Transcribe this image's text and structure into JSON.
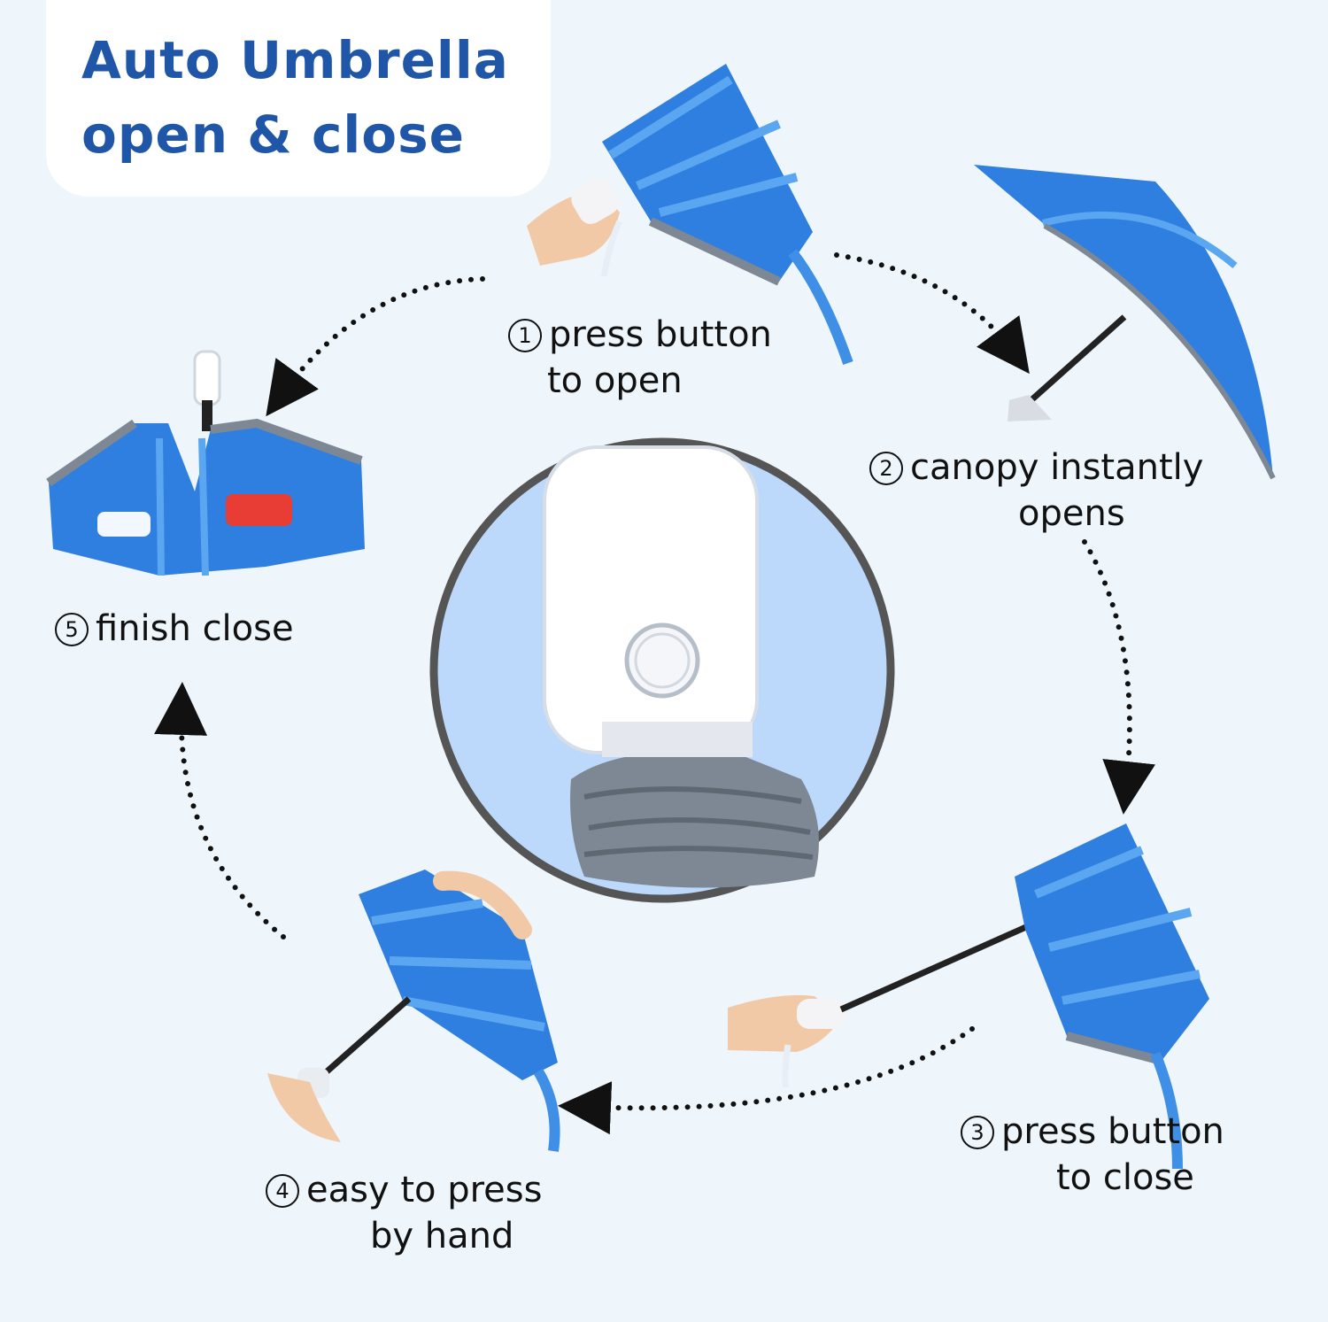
{
  "title": {
    "line1": "Auto Umbrella",
    "line2": "open & close"
  },
  "steps": [
    {
      "num": "1",
      "line1": "press button",
      "line2": "to open"
    },
    {
      "num": "2",
      "line1": "canopy instantly",
      "line2": "opens"
    },
    {
      "num": "3",
      "line1": "press button",
      "line2": "to close"
    },
    {
      "num": "4",
      "line1": "easy to press",
      "line2": "by hand"
    },
    {
      "num": "5",
      "line1": "finish close"
    }
  ],
  "colors": {
    "background": "#eef6fb",
    "title": "#1f56a8",
    "canopy": "#2f7fe0",
    "canopy_light": "#5aa6f0",
    "handle": "#ffffff",
    "circle_bg": "#bcd9fb",
    "circle_border": "#555555",
    "folded_gray": "#7d8894"
  },
  "icons": [
    "umbrella-closed-hand-icon",
    "umbrella-open-icon",
    "umbrella-handle-closeup-icon",
    "dotted-arrow-icon"
  ]
}
